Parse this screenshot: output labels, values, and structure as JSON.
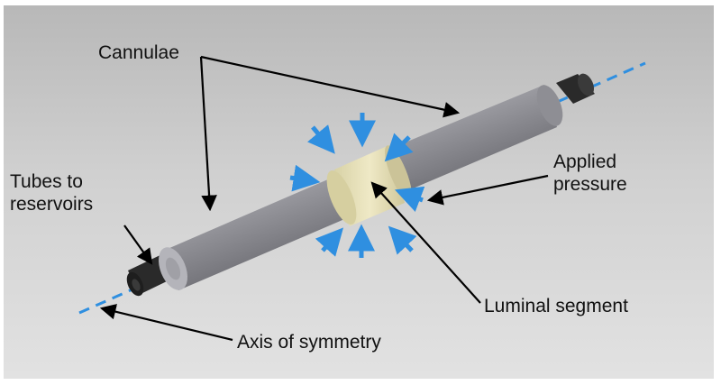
{
  "labels": {
    "cannulae": "Cannulae",
    "tubes_line1": "Tubes to",
    "tubes_line2": "reservoirs",
    "applied_line1": "Applied",
    "applied_line2": "pressure",
    "luminal": "Luminal segment",
    "axis": "Axis of symmetry"
  },
  "colors": {
    "background": "#c8c8c8",
    "cannula": "#8a8a90",
    "tube": "#2a2a2a",
    "segment": "#e2dcb0",
    "pressure_arrow": "#2f8fe0",
    "axis_line": "#2f8fe0",
    "leader_line": "#000000"
  }
}
